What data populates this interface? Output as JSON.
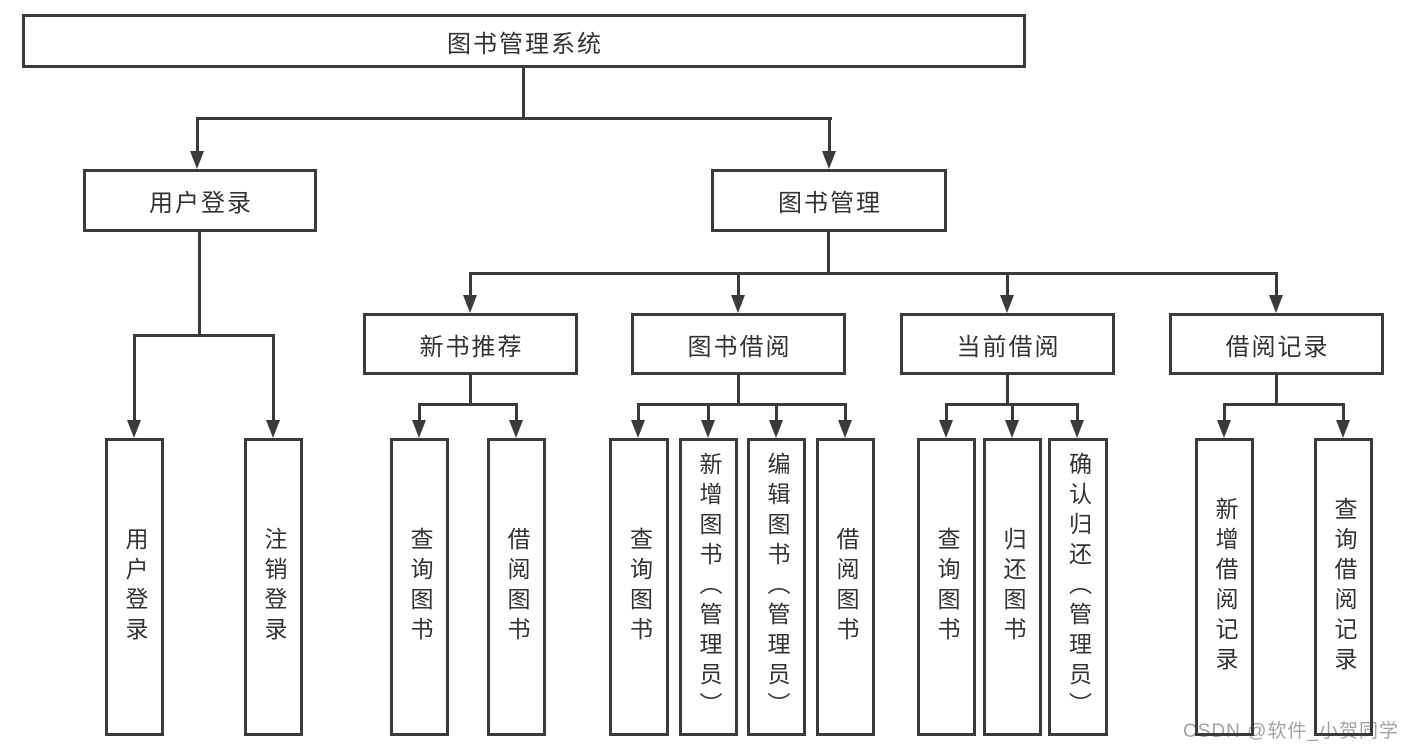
{
  "colors": {
    "line": "#3a3a3a",
    "text": "#333333",
    "watermark": "#a3a3a3",
    "bg": "#ffffff"
  },
  "watermark": {
    "text": "CSDN @软件_小贺同学"
  },
  "diagram": {
    "tree": {
      "label": "图书管理系统",
      "children": [
        {
          "label": "用户登录",
          "children": [
            {
              "label": "用户登录"
            },
            {
              "label": "注销登录"
            }
          ]
        },
        {
          "label": "图书管理",
          "children": [
            {
              "label": "新书推荐",
              "children": [
                {
                  "label": "查询图书"
                },
                {
                  "label": "借阅图书"
                }
              ]
            },
            {
              "label": "图书借阅",
              "children": [
                {
                  "label": "查询图书"
                },
                {
                  "label": "新增图书（管理员）"
                },
                {
                  "label": "编辑图书（管理员）"
                },
                {
                  "label": "借阅图书"
                }
              ]
            },
            {
              "label": "当前借阅",
              "children": [
                {
                  "label": "查询图书"
                },
                {
                  "label": "归还图书"
                },
                {
                  "label": "确认归还（管理员）"
                }
              ]
            },
            {
              "label": "借阅记录",
              "children": [
                {
                  "label": "新增借阅记录"
                },
                {
                  "label": "查询借阅记录"
                }
              ]
            }
          ]
        }
      ]
    }
  }
}
